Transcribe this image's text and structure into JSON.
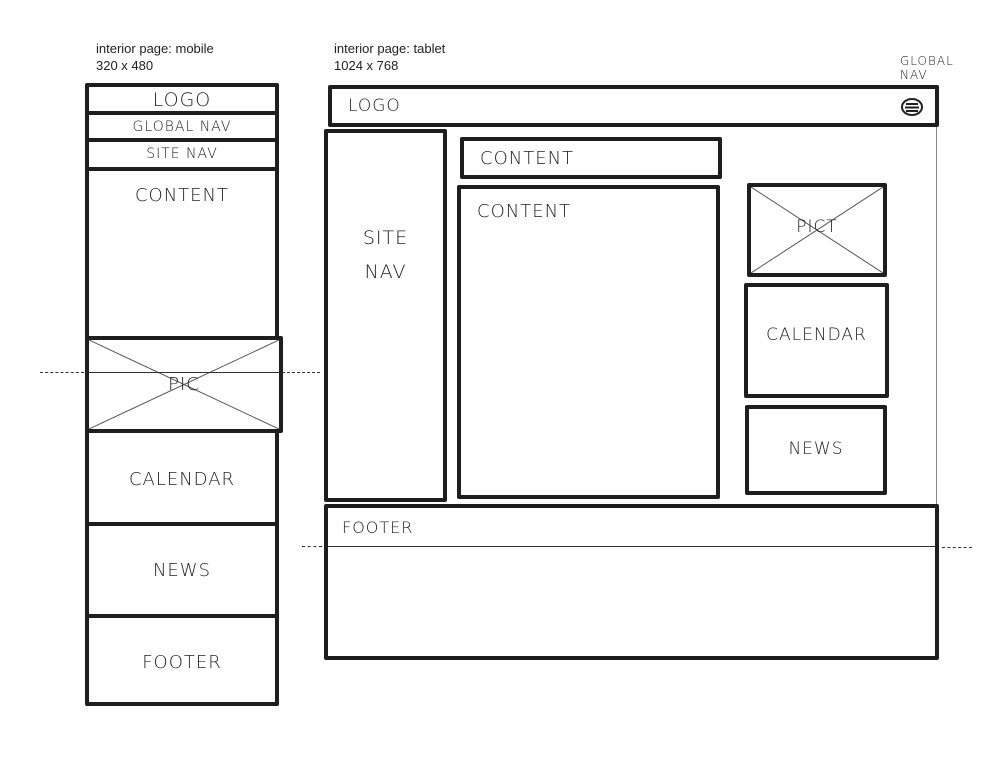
{
  "mobile": {
    "caption_title": "interior page: mobile",
    "caption_size": "320 x 480",
    "logo": "LOGO",
    "global_nav": "GLOBAL NAV",
    "site_nav": "SITE NAV",
    "content": "CONTENT",
    "pic": "PIC",
    "calendar": "CALENDAR",
    "news": "NEWS",
    "footer": "FOOTER"
  },
  "tablet": {
    "caption_title": "interior page: tablet",
    "caption_size": "1024 x 768",
    "global_nav_note": "GLOBAL NAV",
    "logo": "LOGO",
    "site_nav_line1": "SITE",
    "site_nav_line2": "NAV",
    "content_header": "CONTENT",
    "content": "CONTENT",
    "pict": "PICT",
    "calendar": "CALENDAR",
    "news": "NEWS",
    "footer": "FOOTER"
  }
}
